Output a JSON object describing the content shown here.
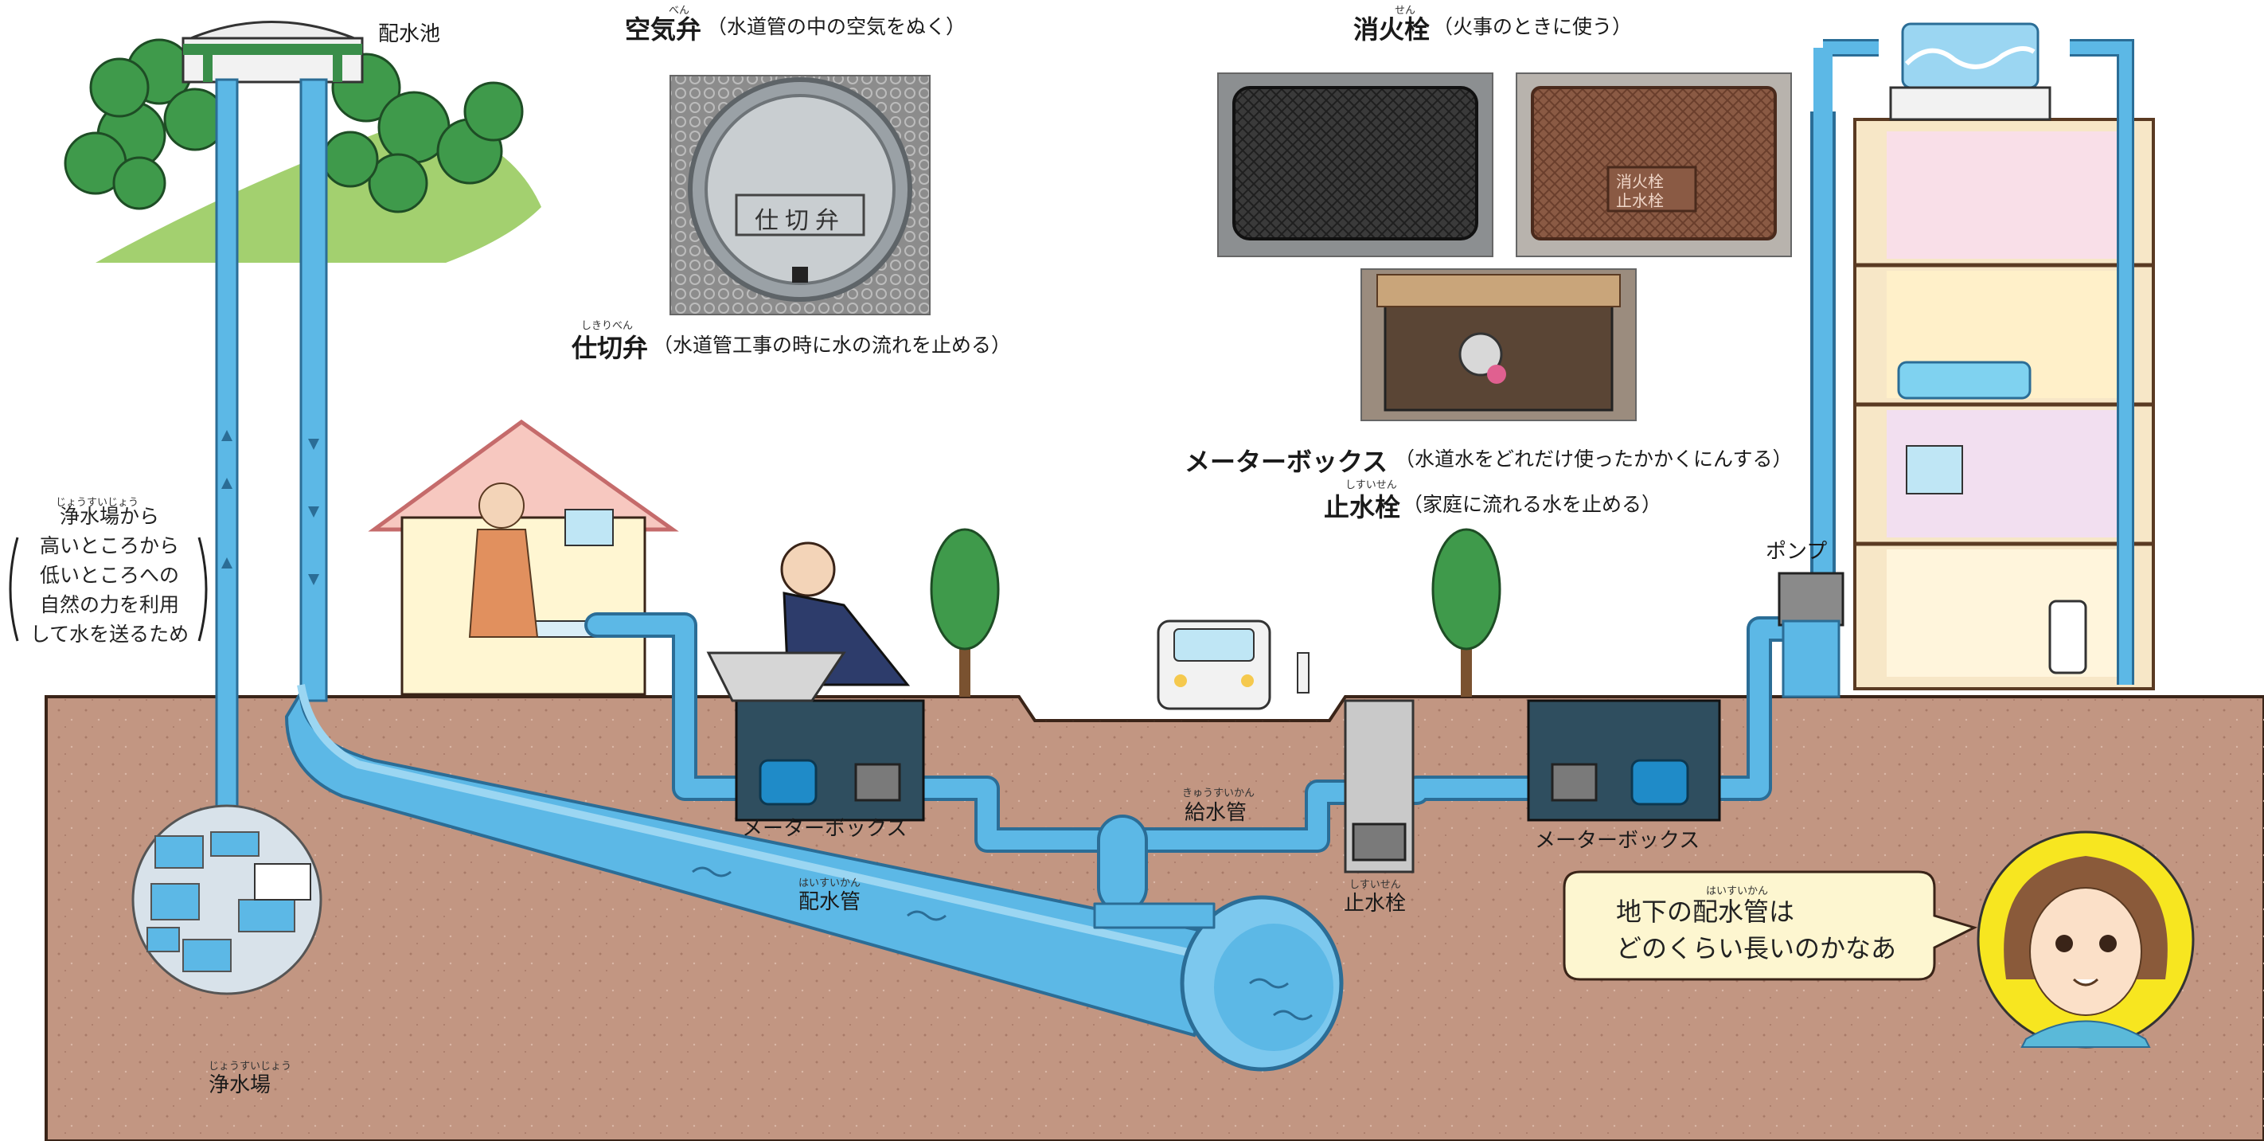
{
  "labels": {
    "reservoir": "配水池",
    "purification_plant": "浄水場",
    "purification_plant_ruby": "じょうすいじょう",
    "distribution_pipe": "配水管",
    "distribution_pipe_ruby": "はいすいかん",
    "supply_pipe": "給水管",
    "supply_pipe_ruby": "きゅうすいかん",
    "meter_box_left": "メーターボックス",
    "meter_box_right": "メーターボックス",
    "stop_valve": "止水栓",
    "stop_valve_ruby": "しすいせん",
    "pump": "ポンプ"
  },
  "photo_notes": {
    "air_valve_title": "空気弁",
    "air_valve_ruby": "べん",
    "air_valve_desc": "（水道管の中の空気をぬく）",
    "gate_valve_title": "仕切弁",
    "gate_valve_ruby": "しきりべん",
    "gate_valve_desc": "（水道管工事の時に水の流れを止める）",
    "gate_valve_cover_text": "仕切弁",
    "hydrant_title": "消火栓",
    "hydrant_ruby": "せん",
    "hydrant_desc": "（火事のときに使う）",
    "hydrant_cover_text_1": "消火栓",
    "hydrant_cover_text_2": "止水栓",
    "meterbox_title": "メーターボックス",
    "meterbox_desc": "（水道水をどれだけ使ったかかくにんする）",
    "stopvalve_title": "止水栓",
    "stopvalve_ruby": "しすいせん",
    "stopvalve_desc": "（家庭に流れる水を止める）"
  },
  "side_note": {
    "ruby": "じょうすいじょう",
    "lines": [
      "浄水場から",
      "高いところから",
      "低いところへの",
      "自然の力を利用",
      "して水を送るため"
    ]
  },
  "speech": {
    "ruby": "はいすいかん",
    "line1": "地下の配水管は",
    "line2": "どのくらい長いのかなあ"
  },
  "colors": {
    "water": "#5cb8e6",
    "pipe_dark": "#2b6d96",
    "soil": "#c29682",
    "grass": "#a3d06f",
    "tree": "#3f9a4b",
    "bubble_fill": "#fdf6d0",
    "avatar_bg": "#f7e620"
  }
}
